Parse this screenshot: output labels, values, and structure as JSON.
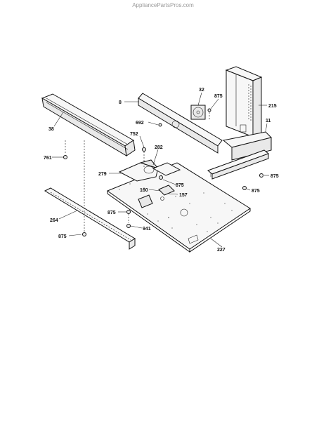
{
  "watermark": "AppliancePartsPros.com",
  "callouts": {
    "p8": "8",
    "p32": "32",
    "p875a": "875",
    "p215": "215",
    "p11": "11",
    "p38": "38",
    "p692": "692",
    "p752": "752",
    "p282": "282",
    "p761": "761",
    "p279": "279",
    "p875b": "875",
    "p875c": "875",
    "p875d": "875",
    "p160": "160",
    "p157": "157",
    "p264": "264",
    "p875e": "875",
    "p941": "941",
    "p875f": "875",
    "p227": "227"
  }
}
